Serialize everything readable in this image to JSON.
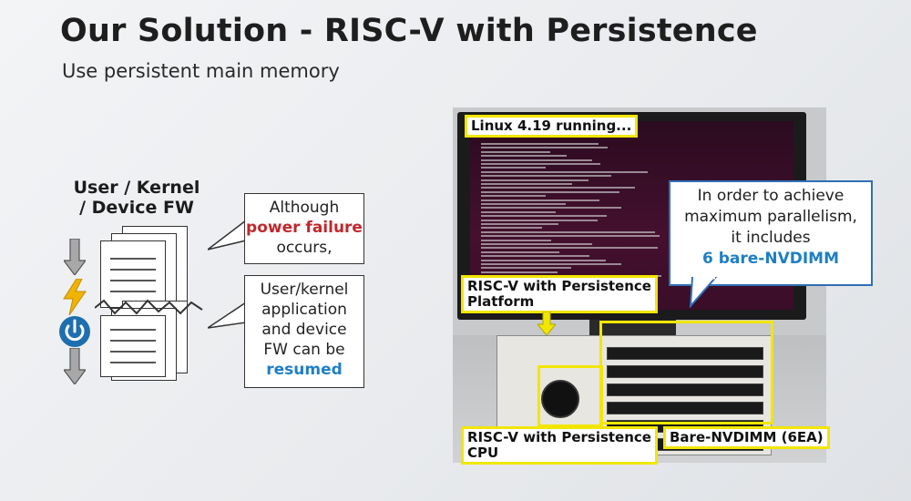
{
  "title": "Our Solution - RISC-V with Persistence",
  "subtitle": "Use persistent main memory",
  "left": {
    "stack_label_1": "User / Kernel",
    "stack_label_2": "/ Device FW",
    "callout1": {
      "line1": "Although",
      "highlight": "power failure",
      "line3": "occurs,"
    },
    "callout2": {
      "line1": "User/kernel",
      "line2": "application",
      "line3": "and device",
      "line4": "FW can be",
      "highlight": "resumed"
    }
  },
  "photo": {
    "linux_label": "Linux 4.19 running...",
    "platform_label_1": "RISC-V with Persistence",
    "platform_label_2": "Platform",
    "cpu_label_1": "RISC-V with Persistence",
    "cpu_label_2": "CPU",
    "nvdimm_label": "Bare-NVDIMM (6EA)",
    "bubble": {
      "line1": "In order to achieve",
      "line2": "maximum parallelism,",
      "line3": "it includes",
      "highlight": "6 bare-NVDIMM"
    }
  },
  "colors": {
    "red_accent": "#c0282c",
    "blue_accent": "#1f7fc4",
    "highlight_yellow": "#f2e600",
    "bubble_border": "#2f6fb6"
  },
  "icons": [
    "arrow-down-icon",
    "lightning-icon",
    "power-icon"
  ]
}
